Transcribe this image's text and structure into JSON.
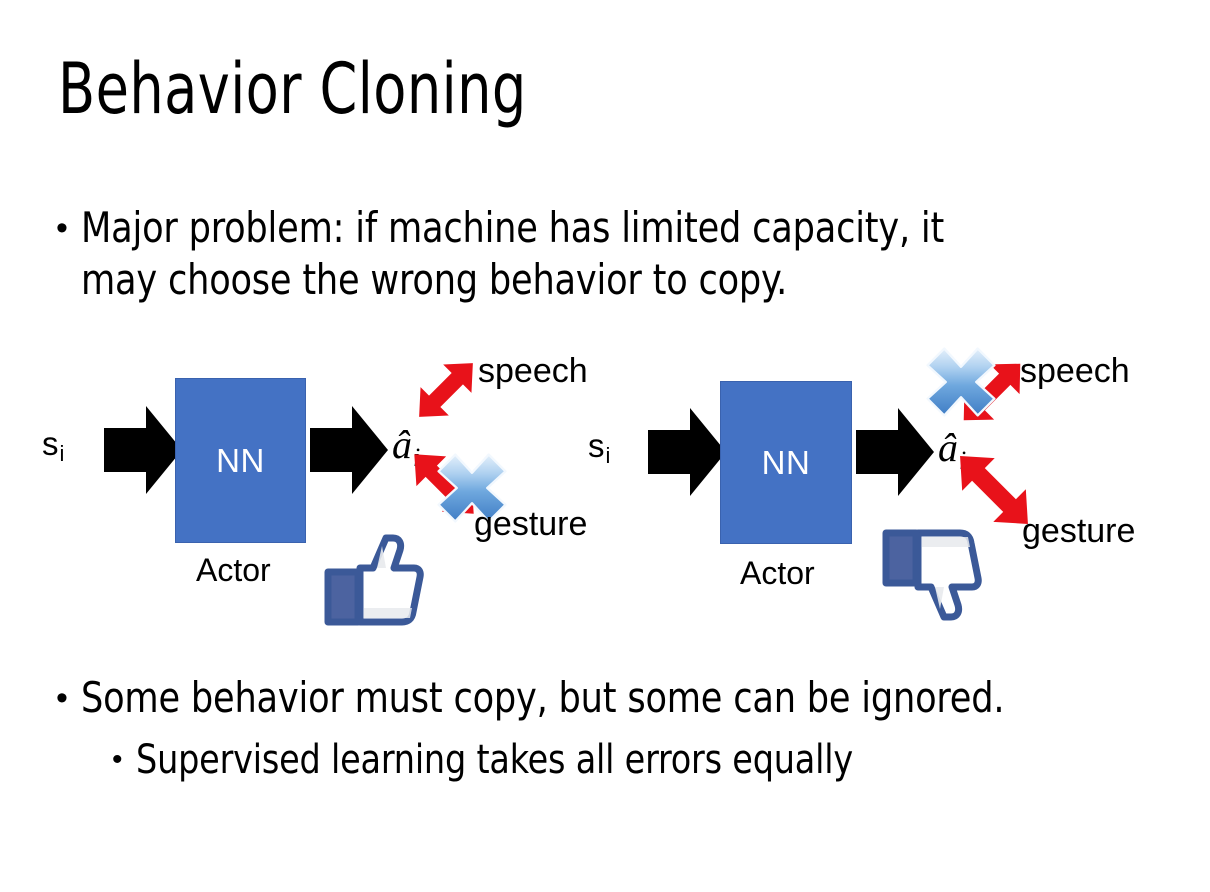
{
  "slide": {
    "title": "Behavior Cloning",
    "background_color": "#FFFFFF",
    "text_color": "#000000"
  },
  "bullets": [
    {
      "id": "problem",
      "level": 1,
      "marker": "•",
      "text": "Major problem: if machine has limited capacity, it may choose the wrong behavior to copy."
    },
    {
      "id": "some-behavior",
      "level": 1,
      "marker": "•",
      "text": "Some behavior must copy, but some can be ignored."
    },
    {
      "id": "supervised",
      "level": 2,
      "marker": "•",
      "text": "Supervised learning takes all errors equally"
    }
  ],
  "colors": {
    "nn_box_fill": "#4472C4",
    "nn_box_border": "#3A62AE",
    "nn_label_color": "#FFFFFF",
    "block_arrow": "#000000",
    "red_arrow": "#E8121A",
    "x_mark_light": "#CFE2F7",
    "x_mark_mid": "#7FB2E5",
    "x_mark_dark": "#3E7CC4",
    "thumb_outline": "#3B5998",
    "thumb_fill": "#FFFFFF",
    "thumb_cuff": "#4C63A0"
  },
  "diagrams": [
    {
      "id": "left",
      "state_label": "s",
      "state_subscript": "i",
      "nn_label": "NN",
      "actor_label": "Actor",
      "action_label": "â",
      "action_subscript": "i",
      "branches": [
        {
          "name": "speech",
          "label": "speech",
          "crossed_out": false
        },
        {
          "name": "gesture",
          "label": "gesture",
          "crossed_out": true
        }
      ],
      "verdict_icon": "thumbs-up-icon",
      "verdict": "up"
    },
    {
      "id": "right",
      "state_label": "s",
      "state_subscript": "i",
      "nn_label": "NN",
      "actor_label": "Actor",
      "action_label": "â",
      "action_subscript": "i",
      "branches": [
        {
          "name": "speech",
          "label": "speech",
          "crossed_out": true
        },
        {
          "name": "gesture",
          "label": "gesture",
          "crossed_out": false
        }
      ],
      "verdict_icon": "thumbs-down-icon",
      "verdict": "down"
    }
  ]
}
